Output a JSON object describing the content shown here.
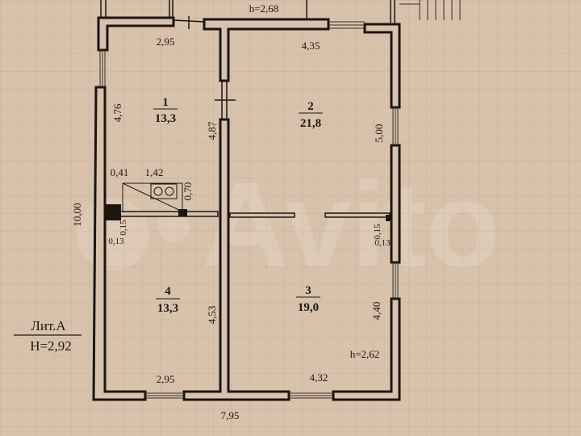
{
  "title_block": {
    "liter": "Лит.А",
    "height": "H=2,92"
  },
  "heights": {
    "top_room": "h=2,68",
    "room_3": "h=2,62"
  },
  "rooms": [
    {
      "number": "1",
      "area": "13,3"
    },
    {
      "number": "2",
      "area": "21,8"
    },
    {
      "number": "3",
      "area": "19,0"
    },
    {
      "number": "4",
      "area": "13,3"
    }
  ],
  "dimensions": {
    "room1_width": "2,95",
    "room2_width": "4,35",
    "room1_left": "4,76",
    "partition_1_2": "4,87",
    "room2_right": "5,00",
    "stove_offset": "0,41",
    "stove_width": "1,42",
    "stove_depth": "0,70",
    "overall_length": "10,00",
    "left_partition_thickness": "0,15",
    "left_wall_gap": "0,13",
    "right_partition_thickness": "0,15",
    "right_wall_gap": "0,13",
    "partition_4_3": "4,53",
    "room3_right": "4,40",
    "room4_width": "2,95",
    "room3_width": "4,32",
    "overall_width": "7,95"
  },
  "watermark": "Avito"
}
